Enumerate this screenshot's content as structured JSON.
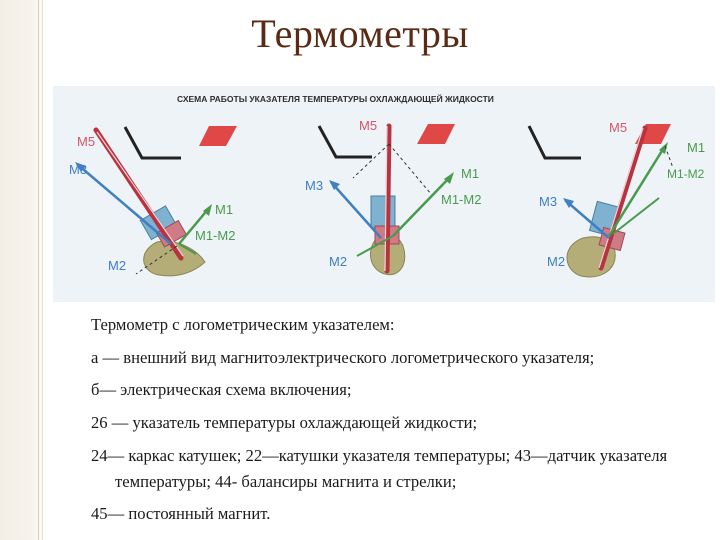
{
  "slide": {
    "title": "Термометры",
    "figure": {
      "heading": "СХЕМА РАБОТЫ УКАЗАТЕЛЯ ТЕМПЕРАТУРЫ ОХЛАЖДАЮЩЕЙ ЖИДКОСТИ",
      "panels": [
        {
          "m5": "M5",
          "m3": "M3",
          "m1": "M1",
          "m1m2": "M1-M2",
          "m2": "M2"
        },
        {
          "m5": "M5",
          "m3": "M3",
          "m1": "M1",
          "m1m2": "M1-M2",
          "m2": "M2"
        },
        {
          "m5": "M5",
          "m3": "M3",
          "m1": "M1",
          "m1m2": "M1-M2",
          "m2": "M2"
        }
      ]
    },
    "caption": [
      "Термометр с логометрическим указателем:",
      "а — внешний вид магнитоэлектрического логометрического указателя;",
      "б— электрическая схема включения;",
      "26 — указатель температуры охлаждающей жидкости;",
      "24— каркас катушек; 22—катушки указателя температуры; 43—датчик указателя температуры; 44- балансиры магнита и стрелки;",
      "45— постоянный магнит."
    ]
  },
  "colors": {
    "title": "#5a2a14",
    "label_pink": "#d4576a",
    "arrow_blue": "#3f7fc2",
    "arrow_green": "#4a9a4e",
    "needle_red": "#b8323f",
    "scale_red": "#e04747",
    "magnet_olive": "#b4ad77",
    "coil_blue": "#7fb1d0"
  }
}
